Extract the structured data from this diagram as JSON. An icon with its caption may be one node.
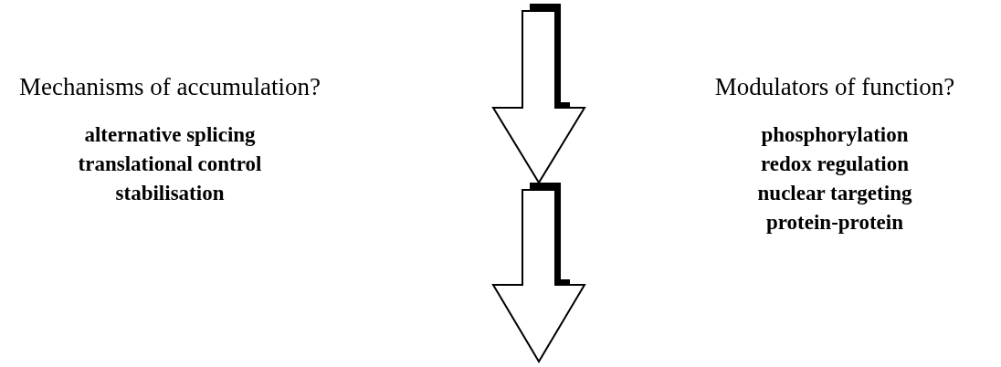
{
  "diagram": {
    "labels": [
      "Mechanisms of accumulation?",
      "alternative splicing",
      "translational control",
      "stabilisation",
      "Modulators of function?",
      "phosphorylation",
      "redox regulation",
      "nuclear targeting",
      "protein-protein"
    ]
  }
}
